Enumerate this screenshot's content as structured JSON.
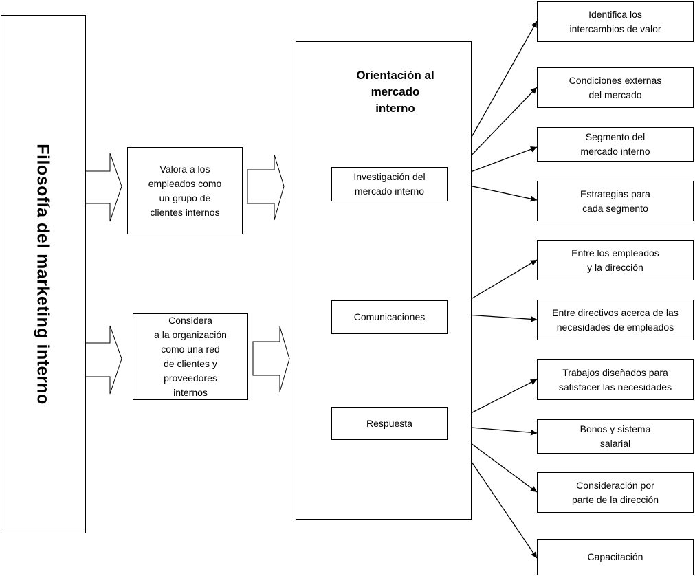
{
  "philosophy": {
    "title": "Filosofía del marketing interno"
  },
  "middle": {
    "value_employees": "Valora a los\nempleados como\nun grupo de\nclientes internos",
    "organization_network": "Considera\na la organización\ncomo una red\nde clientes y\nproveedores\ninternos"
  },
  "orientation": {
    "title": "Orientación al\nmercado\ninterno",
    "research": "Investigación del\nmercado interno",
    "communications": "Comunicaciones",
    "response": "Respuesta"
  },
  "outcomes": {
    "research": [
      "Identifica los\nintercambios de valor",
      "Condiciones externas\ndel mercado",
      "Segmento del\nmercado interno",
      "Estrategias para\ncada segmento"
    ],
    "communications": [
      "Entre los empleados\ny la dirección",
      "Entre directivos acerca de las\nnecesidades de empleados"
    ],
    "response": [
      "Trabajos diseñados para\nsatisfacer las necesidades",
      "Bonos y sistema\nsalarial",
      "Consideración por\nparte de la dirección",
      "Capacitación"
    ]
  }
}
